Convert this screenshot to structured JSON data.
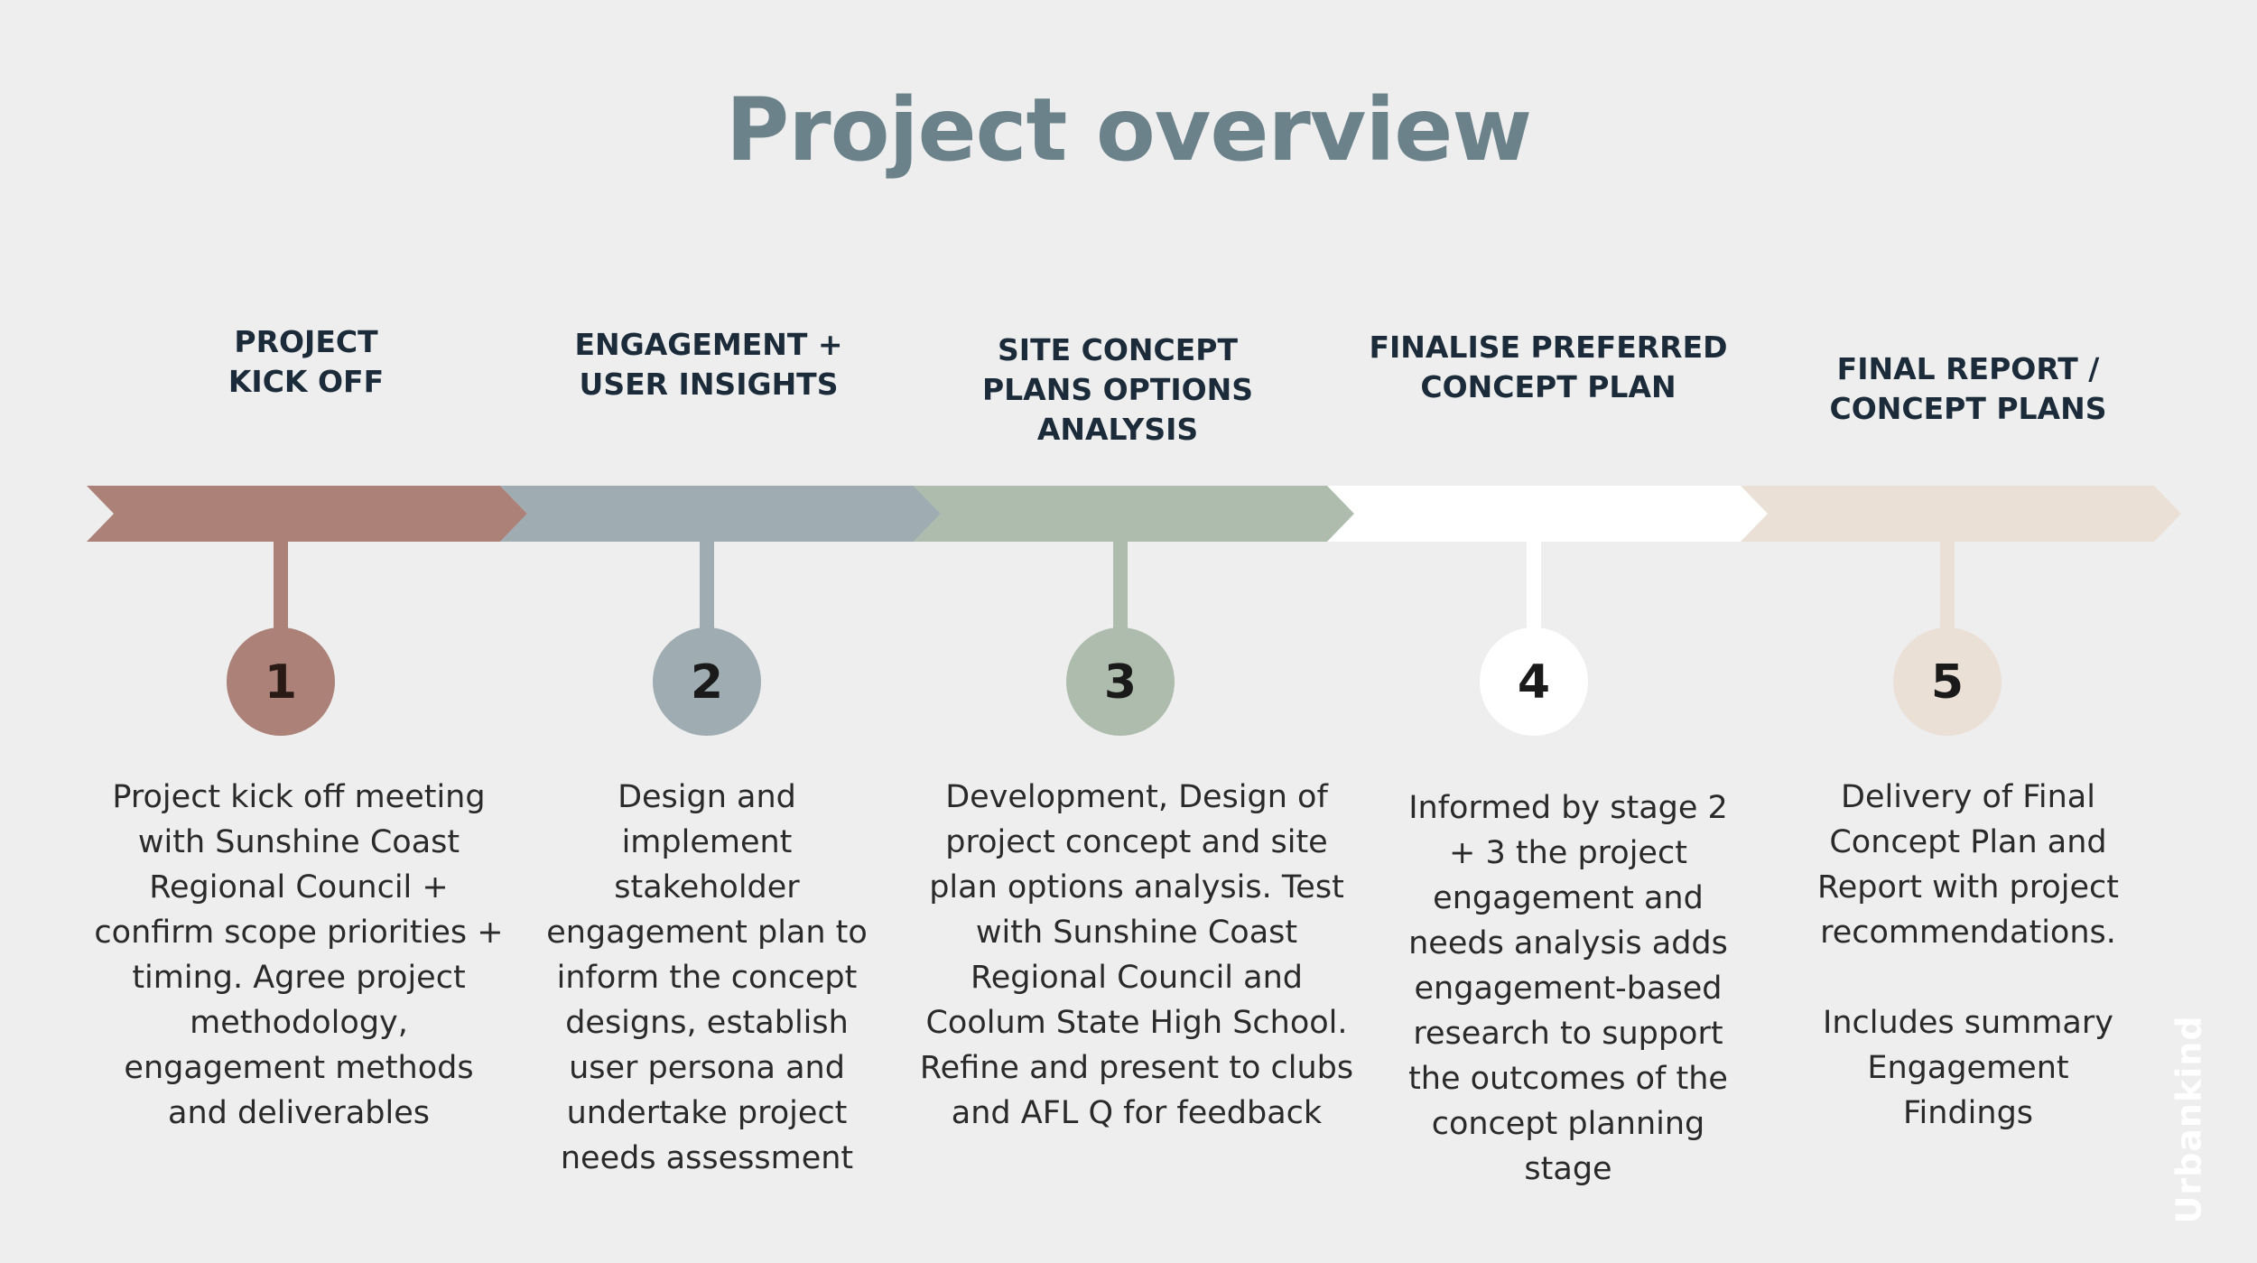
{
  "title": "Project overview",
  "watermark": "Urbankind",
  "stages": [
    {
      "number": "1",
      "title": "PROJECT\nKICK OFF",
      "title_lines": [
        "PROJECT",
        "KICK OFF"
      ],
      "color": "#ab8178",
      "description": "Project kick off meeting\nwith Sunshine Coast\nRegional Council +\nconfirm scope priorities +\ntiming. Agree project\nmethodology,\nengagement methods\nand deliverables"
    },
    {
      "number": "2",
      "title_lines": [
        "ENGAGEMENT +",
        "USER INSIGHTS"
      ],
      "color": "#9fadb3",
      "description": "Design and\nimplement\nstakeholder\nengagement plan to\ninform the concept\ndesigns, establish\nuser persona and\nundertake project\nneeds assessment"
    },
    {
      "number": "3",
      "title_lines": [
        "SITE CONCEPT",
        "PLANS OPTIONS",
        "ANALYSIS"
      ],
      "color": "#adbcad",
      "description": "Development, Design of\nproject concept and site\nplan options analysis. Test\nwith Sunshine Coast\nRegional Council and\nCoolum State High School.\nRefine and present to clubs\nand AFL Q for feedback"
    },
    {
      "number": "4",
      "title_lines": [
        "FINALISE PREFERRED",
        "CONCEPT PLAN"
      ],
      "color": "#ffffff",
      "description": "Informed by stage 2\n+ 3 the project\nengagement and\nneeds analysis adds\nengagement-based\nresearch to support\nthe outcomes of the\nconcept planning\nstage"
    },
    {
      "number": "5",
      "title_lines": [
        "FINAL REPORT /",
        "CONCEPT PLANS"
      ],
      "color": "#ebe0d6",
      "description": "Delivery of Final\nConcept Plan and\nReport with project\nrecommendations.\n\nIncludes summary\nEngagement\nFindings"
    }
  ]
}
